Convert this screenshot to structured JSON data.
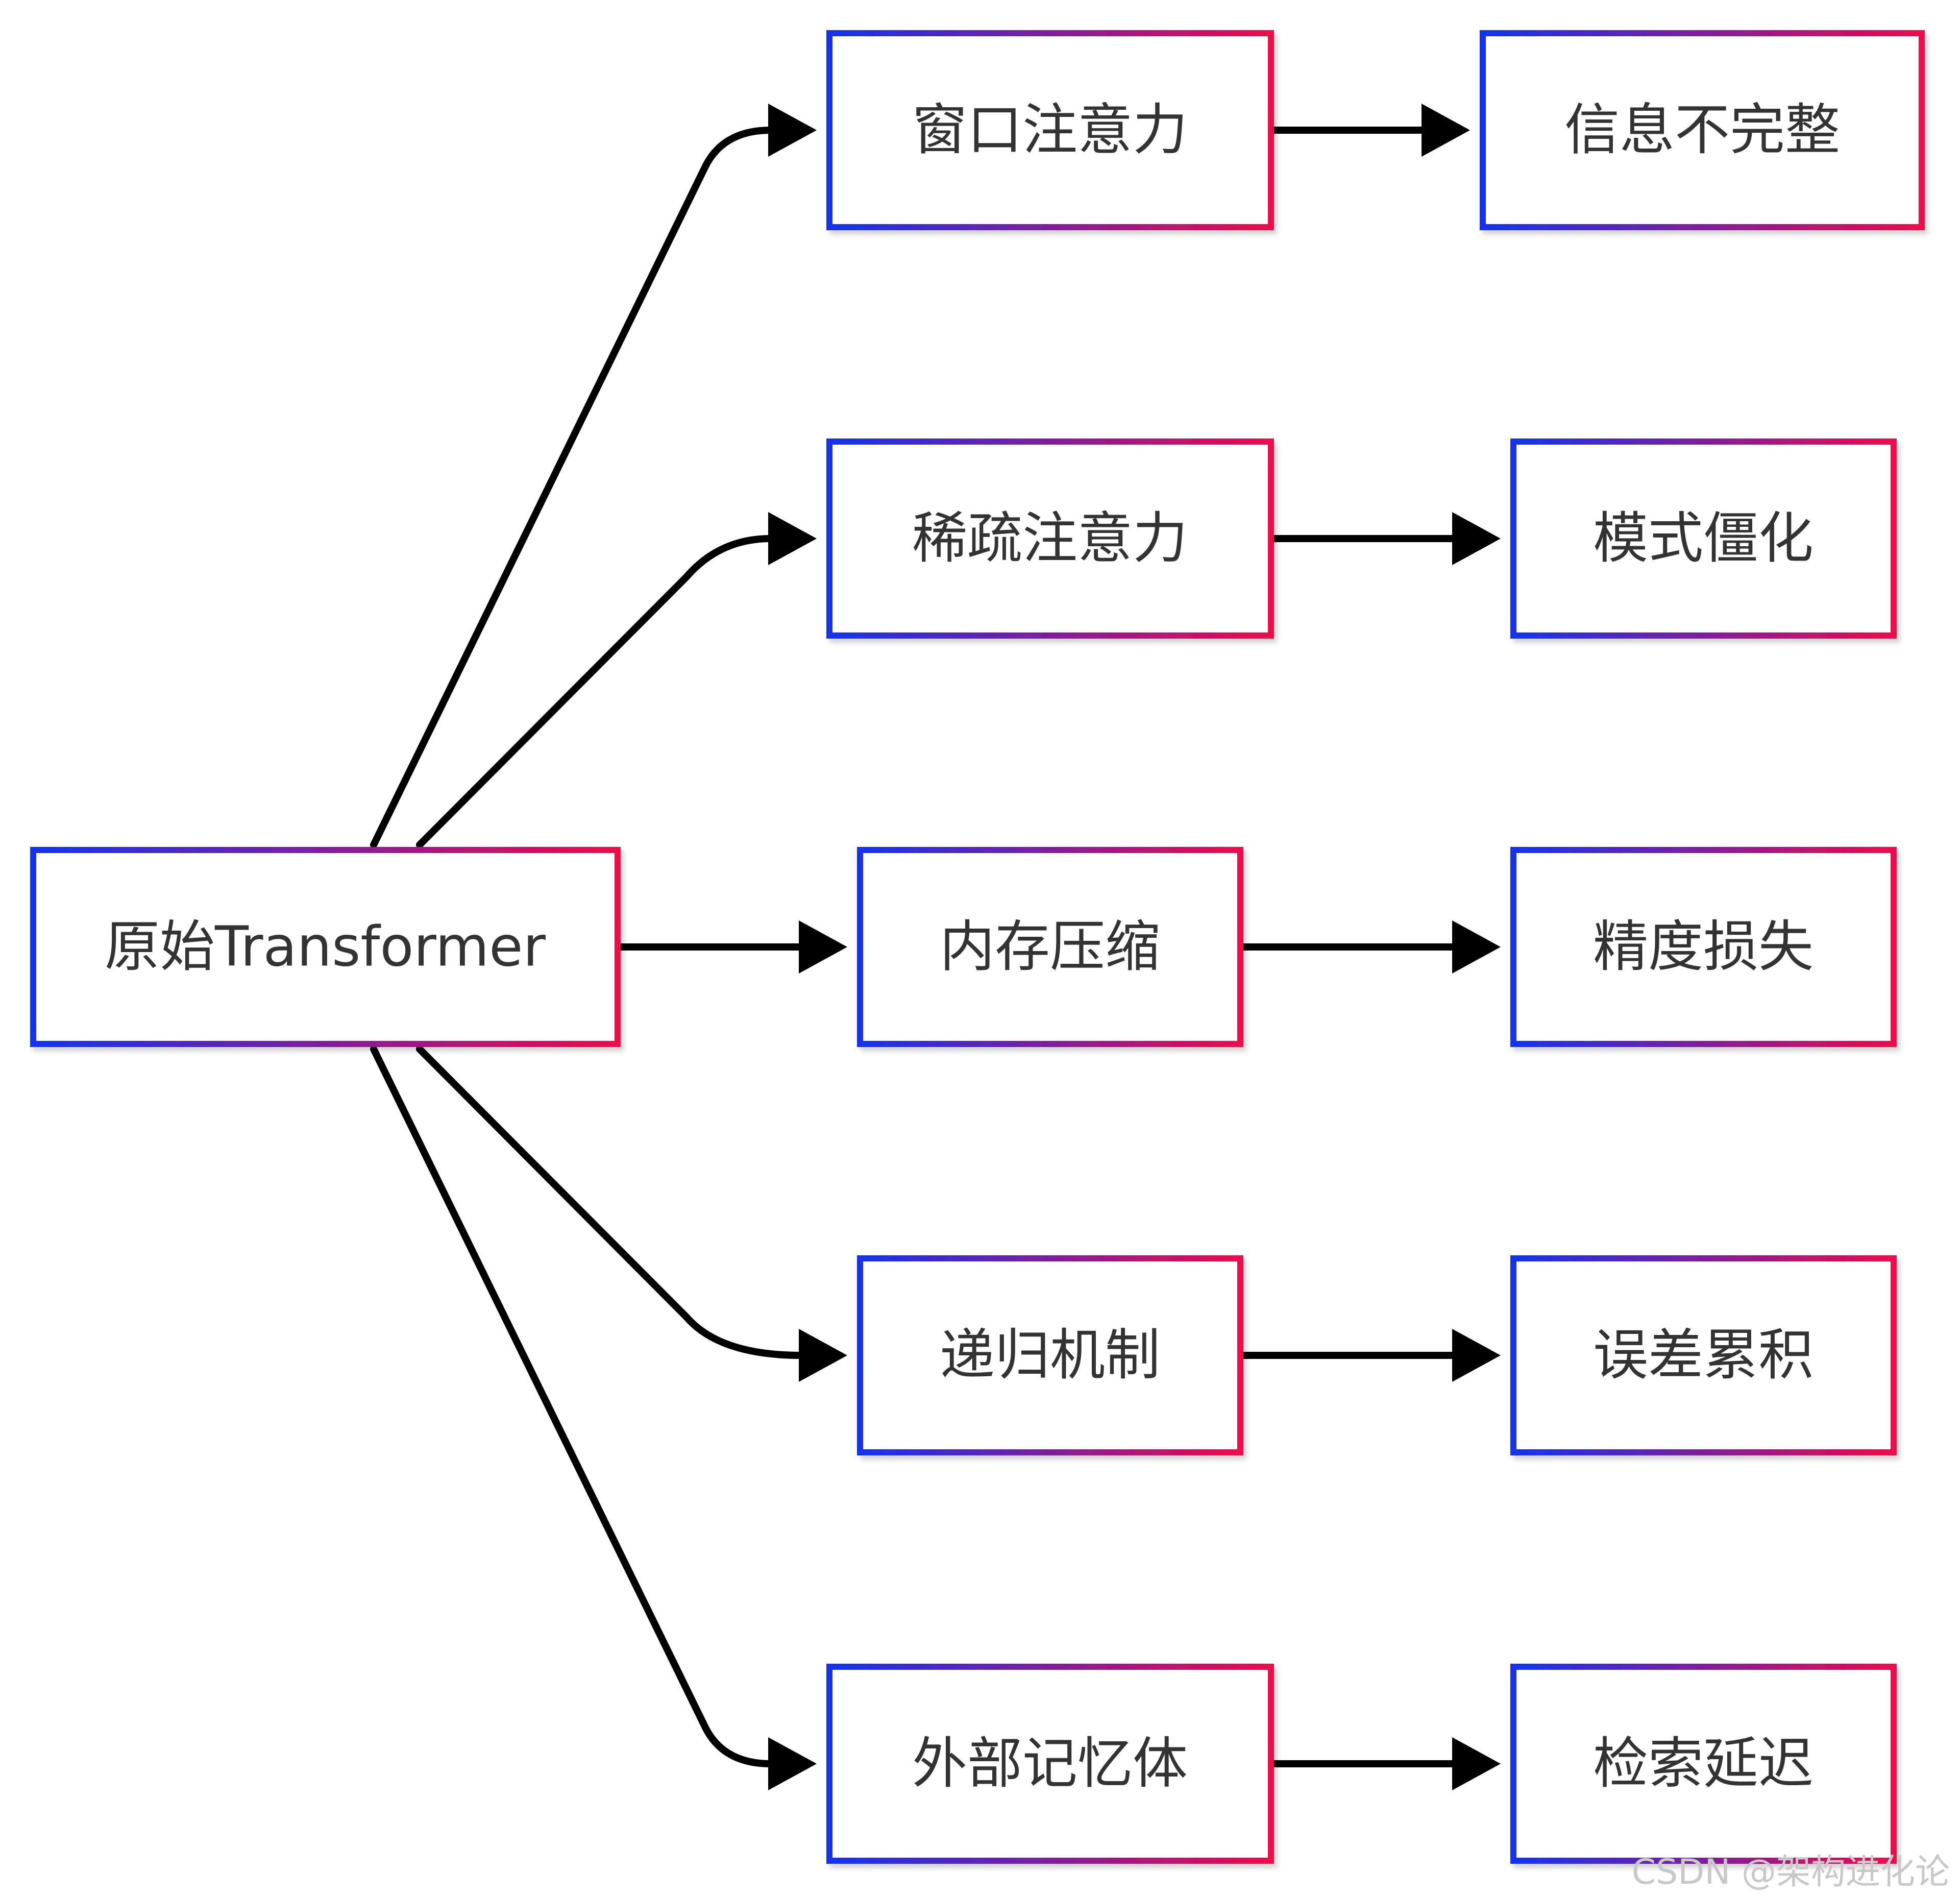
{
  "nodes": {
    "root": "原始Transformer",
    "window_attention": "窗口注意力",
    "sparse_attention": "稀疏注意力",
    "memory_compression": "内存压缩",
    "recurrent_mechanism": "递归机制",
    "external_memory": "外部记忆体",
    "incomplete_info": "信息不完整",
    "rigid_patterns": "模式僵化",
    "precision_loss": "精度损失",
    "error_accumulation": "误差累积",
    "retrieval_latency": "检索延迟"
  },
  "watermark": "CSDN @架构进化论",
  "colors": {
    "border_start": "#1233f0",
    "border_end": "#ee0a4a",
    "edge": "#000000",
    "text": "#333333"
  }
}
